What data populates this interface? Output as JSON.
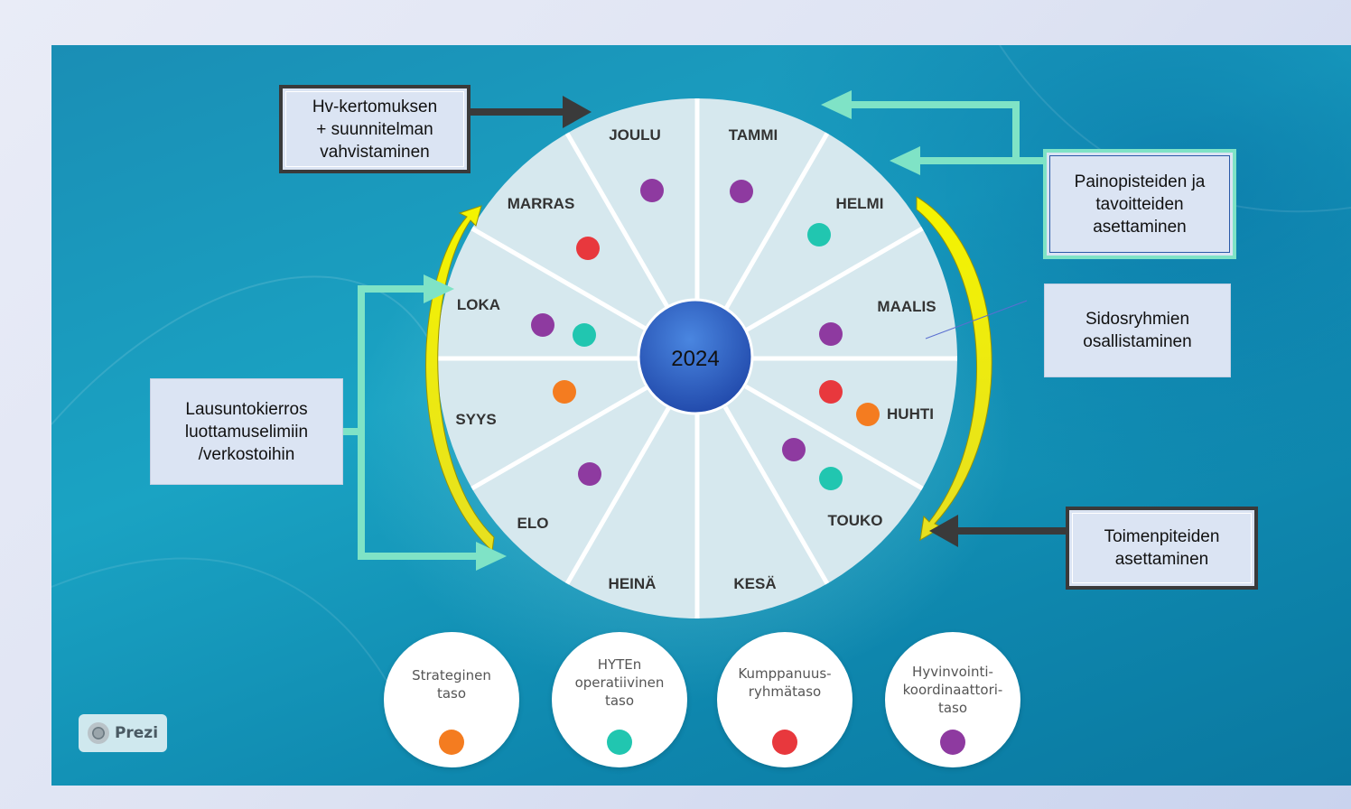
{
  "center_label": "2024",
  "months": [
    {
      "label": "TAMMI"
    },
    {
      "label": "HELMI"
    },
    {
      "label": "MAALIS"
    },
    {
      "label": "HUHTI"
    },
    {
      "label": "TOUKO"
    },
    {
      "label": "KESÄ"
    },
    {
      "label": "HEINÄ"
    },
    {
      "label": "ELO"
    },
    {
      "label": "SYYS"
    },
    {
      "label": "LOKA"
    },
    {
      "label": "MARRAS"
    },
    {
      "label": "JOULU"
    }
  ],
  "callouts": {
    "vahvistaminen": "Hv-kertomuksen\n+ suunnitelman\nvahvistaminen",
    "painopisteet": "Painopisteiden ja\ntavoitteiden\nasettaminen",
    "sidosryhmat": "Sidosryhmien\nosallistaminen",
    "lausunto": "Lausuntokierros\nluottamuselimiin\n/verkostoihin",
    "toimenpiteet": "Toimenpiteiden\nasettaminen"
  },
  "levels": [
    {
      "label": "Strateginen\ntaso",
      "color": "#f47c20"
    },
    {
      "label": "HYTEn\noperatiivinen\ntaso",
      "color": "#21c6b0"
    },
    {
      "label": "Kumppanuus-\nryhmätaso",
      "color": "#e8383d"
    },
    {
      "label": "Hyvinvointi-\nkoordinaattori-\ntaso",
      "color": "#8e3aa0"
    }
  ],
  "colors": {
    "strateginen": "#f47c20",
    "operatiivinen": "#21c6b0",
    "kumppanuus": "#e8383d",
    "koordinaattori": "#8e3aa0",
    "wheel": "#d6e8ee",
    "center": "#2f5fc0"
  },
  "logo": "Prezi"
}
